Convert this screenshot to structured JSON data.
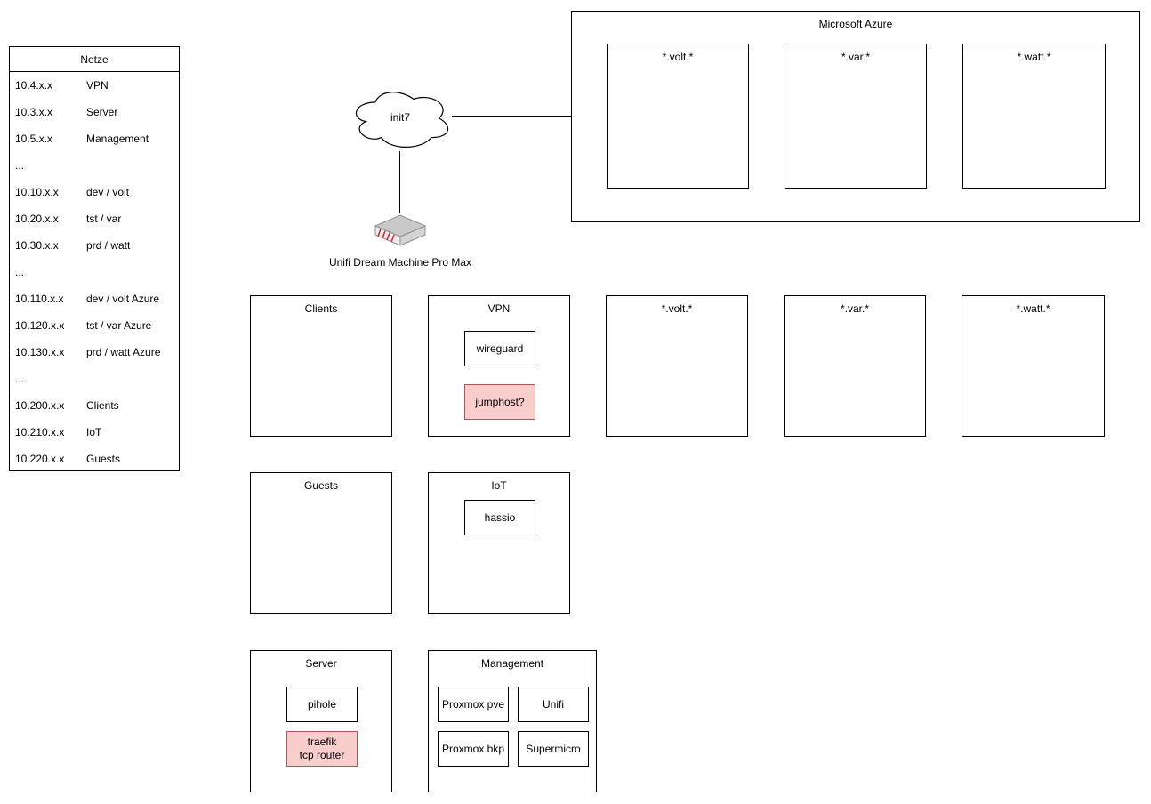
{
  "netze": {
    "title": "Netze",
    "rows": [
      {
        "ip": "10.4.x.x",
        "label": "VPN"
      },
      {
        "ip": "10.3.x.x",
        "label": "Server"
      },
      {
        "ip": "10.5.x.x",
        "label": "Management"
      },
      {
        "ip": "...",
        "label": ""
      },
      {
        "ip": "10.10.x.x",
        "label": "dev / volt"
      },
      {
        "ip": "10.20.x.x",
        "label": "tst / var"
      },
      {
        "ip": "10.30.x.x",
        "label": "prd / watt"
      },
      {
        "ip": "...",
        "label": ""
      },
      {
        "ip": "10.110.x.x",
        "label": "dev / volt Azure"
      },
      {
        "ip": "10.120.x.x",
        "label": "tst / var Azure"
      },
      {
        "ip": "10.130.x.x",
        "label": "prd / watt Azure"
      },
      {
        "ip": "...",
        "label": ""
      },
      {
        "ip": "10.200.x.x",
        "label": "Clients"
      },
      {
        "ip": "10.210.x.x",
        "label": "IoT"
      },
      {
        "ip": "10.220.x.x",
        "label": "Guests"
      }
    ]
  },
  "topology": {
    "isp": "init7",
    "router": "Unifi Dream Machine Pro Max"
  },
  "azure": {
    "title": "Microsoft Azure",
    "services": [
      "*.volt.*",
      "*.var.*",
      "*.watt.*"
    ]
  },
  "zones": {
    "clients": {
      "title": "Clients"
    },
    "vpn": {
      "title": "VPN",
      "items": [
        "wireguard",
        "jumphost?"
      ]
    },
    "local_volt": {
      "title": "*.volt.*"
    },
    "local_var": {
      "title": "*.var.*"
    },
    "local_watt": {
      "title": "*.watt.*"
    },
    "guests": {
      "title": "Guests"
    },
    "iot": {
      "title": "IoT",
      "items": [
        "hassio"
      ]
    },
    "server": {
      "title": "Server",
      "items": [
        "pihole",
        "traefik\ntcp router"
      ]
    },
    "management": {
      "title": "Management",
      "items": [
        "Proxmox pve",
        "Unifi",
        "Proxmox bkp",
        "Supermicro"
      ]
    }
  },
  "colors": {
    "highlight_fill": "#f8cecc",
    "highlight_border": "#b85450",
    "box_border": "#000000",
    "background": "#ffffff"
  }
}
